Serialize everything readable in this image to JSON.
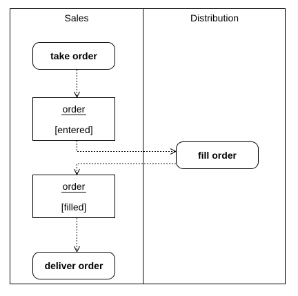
{
  "swimlanes": {
    "sales": "Sales",
    "distribution": "Distribution"
  },
  "activities": {
    "take_order": "take order",
    "fill_order": "fill order",
    "deliver_order": "deliver order"
  },
  "objects": {
    "order_entered": {
      "name": "order",
      "state": "[entered]"
    },
    "order_filled": {
      "name": "order",
      "state": "[filled]"
    }
  }
}
